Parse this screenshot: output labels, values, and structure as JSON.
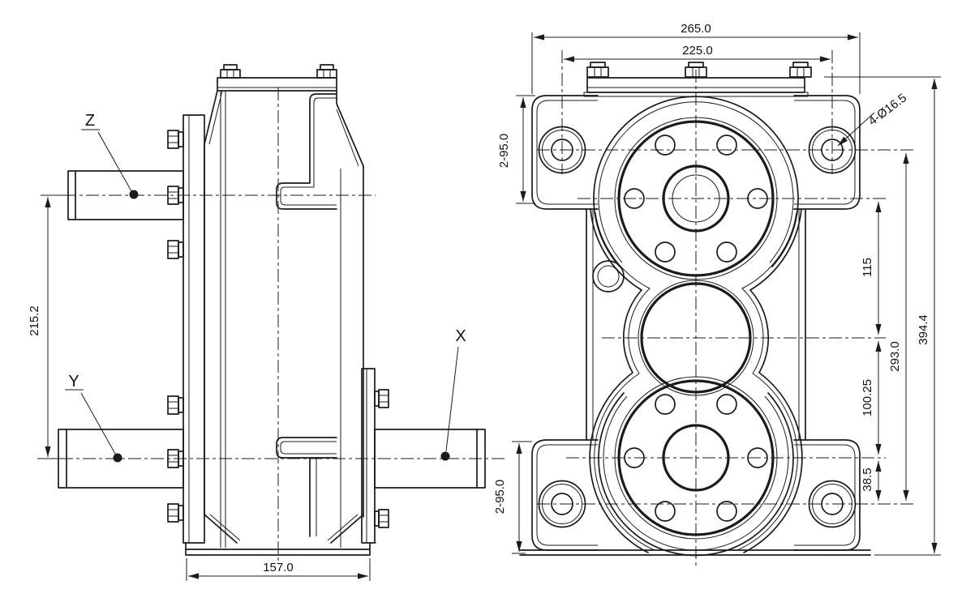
{
  "side_view": {
    "labels": {
      "z": "Z",
      "y": "Y",
      "x": "X"
    },
    "dims": {
      "shaft_distance": "215.2",
      "depth": "157.0"
    }
  },
  "front_view": {
    "dims": {
      "overall_width": "265.0",
      "hole_span_width": "225.0",
      "hole_callout": "4-Ø16.5",
      "foot_top": "2-95.0",
      "foot_bottom": "2-95.0",
      "upper_center": "115",
      "lower_center": "100.25",
      "shaft_to_hole": "38.5",
      "hole_span_height": "293.0",
      "overall_height": "394.4"
    }
  },
  "colors": {
    "line": "#1b1b1b",
    "background": "#ffffff"
  }
}
